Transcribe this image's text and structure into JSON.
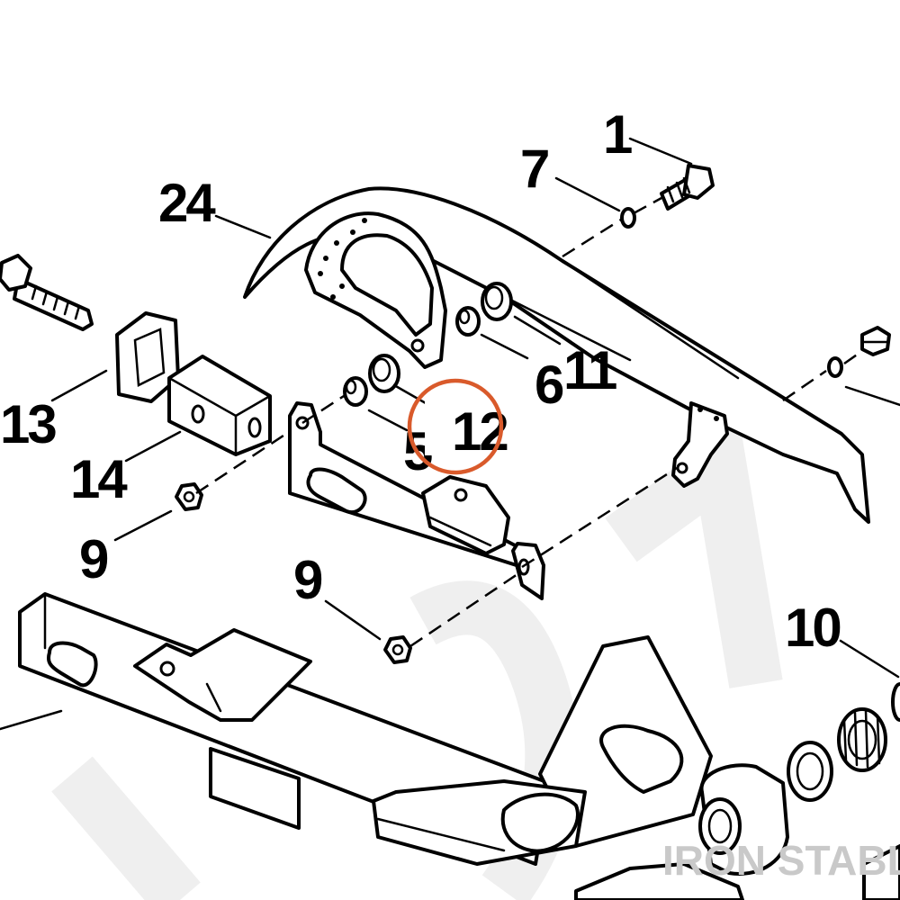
{
  "diagram": {
    "callouts": {
      "c1": "1",
      "c7": "7",
      "c24": "24",
      "c13": "13",
      "c14": "14",
      "c9a": "9",
      "c9b": "9",
      "c5": "5",
      "c12": "12",
      "c6": "6",
      "c11": "11",
      "c10": "10"
    },
    "highlighted_callout": "12",
    "highlight_color": "#d95a2b",
    "watermark": "IRON STABLE",
    "watermark_color": "#c9c9c9"
  }
}
